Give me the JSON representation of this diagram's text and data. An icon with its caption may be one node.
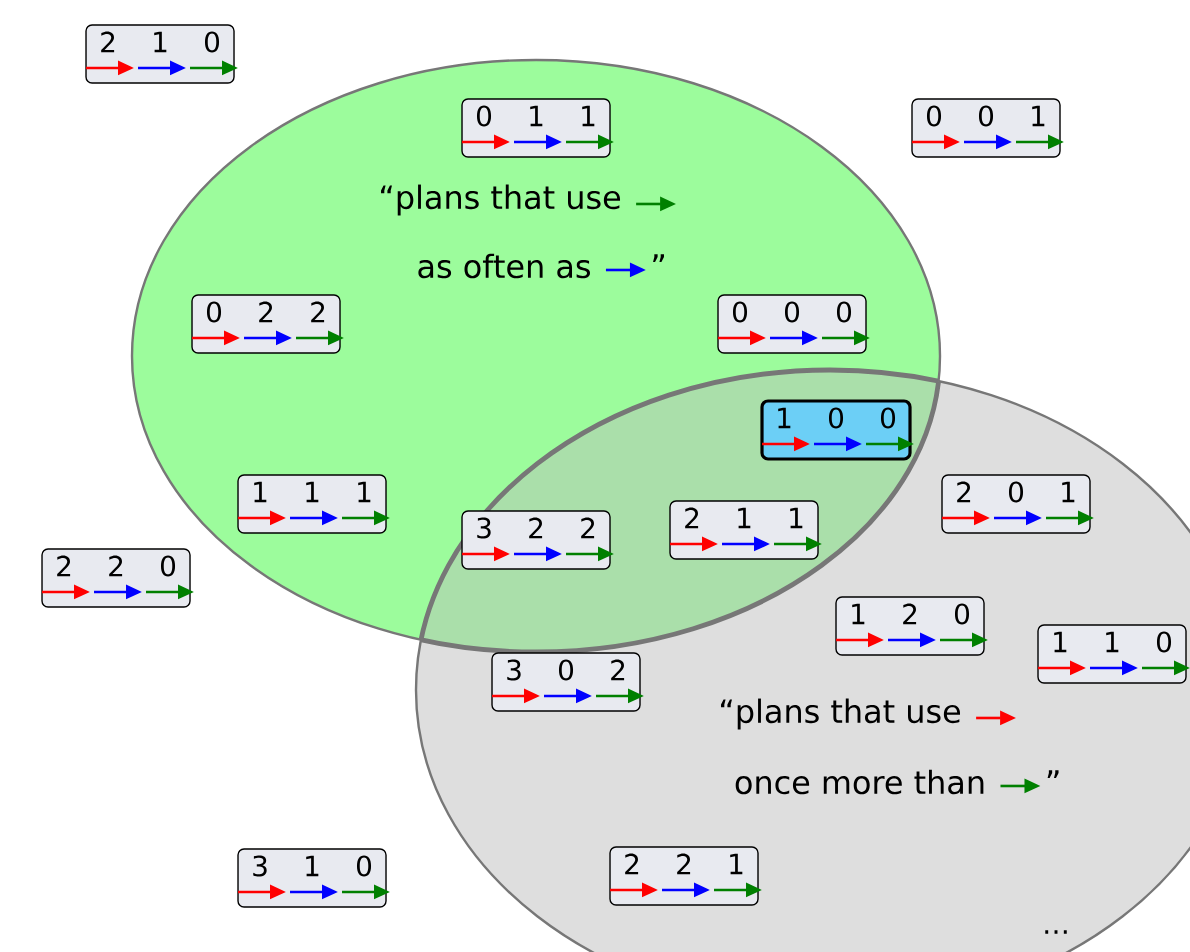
{
  "diagram": {
    "nodes": [
      {
        "text": [
          "“plans that use",
          "as often as",
          "”"
        ]
      },
      {
        "text": [
          "“plans that use",
          "once more than",
          "”"
        ]
      },
      {
        "text": [
          "2",
          "1",
          "0"
        ]
      },
      {
        "text": [
          "0",
          "1",
          "1"
        ],
        "in": 0
      },
      {
        "text": [
          "0",
          "0",
          "1"
        ]
      },
      {
        "text": [
          "0",
          "2",
          "2"
        ],
        "in": 0
      },
      {
        "text": [
          "0",
          "0",
          "0"
        ],
        "in": 0
      },
      {
        "text": [
          "1",
          "0",
          "0"
        ]
      },
      {
        "text": [
          "1",
          "1",
          "1"
        ],
        "in": 0
      },
      {
        "text": [
          "3",
          "2",
          "2"
        ]
      },
      {
        "text": [
          "2",
          "1",
          "1"
        ]
      },
      {
        "text": [
          "2",
          "0",
          "1"
        ],
        "in": 1
      },
      {
        "text": [
          "2",
          "2",
          "0"
        ]
      },
      {
        "text": [
          "1",
          "2",
          "0"
        ],
        "in": 1
      },
      {
        "text": [
          "1",
          "1",
          "0"
        ],
        "in": 1
      },
      {
        "text": [
          "3",
          "0",
          "2"
        ],
        "in": 1
      },
      {
        "text": [
          "3",
          "1",
          "0"
        ]
      },
      {
        "text": [
          "2",
          "2",
          "1"
        ],
        "in": 1
      }
    ],
    "labels": [
      "…"
    ]
  }
}
